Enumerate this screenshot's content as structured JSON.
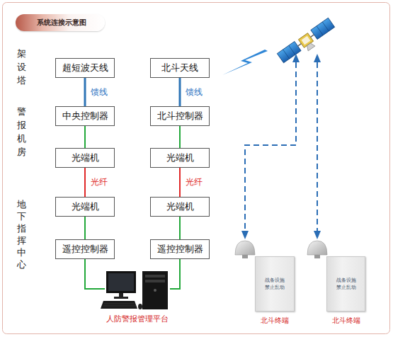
{
  "diagram": {
    "title": "系统连接示意图",
    "nodes": [
      {
        "text": [
          "超短波天线"
        ]
      },
      {
        "text": [
          "北斗天线"
        ]
      },
      {
        "text": [
          "中央控制器"
        ]
      },
      {
        "text": [
          "北斗控制器"
        ]
      },
      {
        "text": [
          "光端机"
        ]
      },
      {
        "text": [
          "光端机"
        ]
      },
      {
        "text": [
          "光端机"
        ]
      },
      {
        "text": [
          "光端机"
        ]
      },
      {
        "text": [
          "遥控控制器"
        ]
      },
      {
        "text": [
          "遥控控制器"
        ]
      },
      {
        "text": [
          "人防警报管理平台"
        ]
      },
      {
        "text": [
          "战备设施 禁止乱动",
          "北斗终端"
        ]
      },
      {
        "text": [
          "战备设施 禁止乱动",
          "北斗终端"
        ]
      }
    ],
    "edges": [
      {
        "from": 0,
        "to": 2,
        "arrow": "none",
        "label": "馈线"
      },
      {
        "from": 2,
        "to": 4,
        "arrow": "none"
      },
      {
        "from": 4,
        "to": 6,
        "arrow": "none",
        "label": "光纤"
      },
      {
        "from": 6,
        "to": 8,
        "arrow": "none"
      },
      {
        "from": 1,
        "to": 3,
        "arrow": "none",
        "label": "馈线"
      },
      {
        "from": 3,
        "to": 5,
        "arrow": "none"
      },
      {
        "from": 5,
        "to": 7,
        "arrow": "none",
        "label": "光纤"
      },
      {
        "from": 7,
        "to": 9,
        "arrow": "none"
      },
      {
        "from": 8,
        "to": 10,
        "arrow": "none"
      },
      {
        "from": 9,
        "to": 10,
        "arrow": "none"
      }
    ],
    "labels": [
      "架设塔",
      "警报机房",
      "地下指挥中心"
    ]
  }
}
